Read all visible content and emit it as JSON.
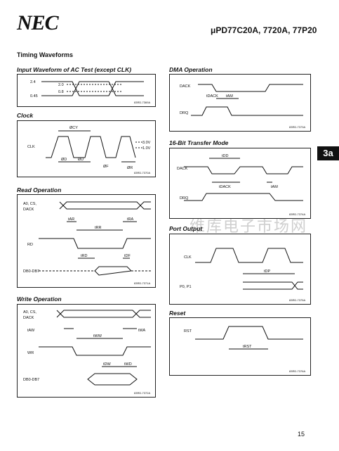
{
  "header": {
    "logo": "NEC",
    "part_numbers": "μPD77C20A, 7720A, 77P20"
  },
  "section_title": "Timing Waveforms",
  "side_tab": "3a",
  "page_number": "15",
  "watermark": "维库电子市场网",
  "panels": {
    "input_waveform": {
      "title": "Input Waveform of AC Test (except CLK)",
      "labels": [
        "2.4",
        "0.45",
        "2.0",
        "0.8"
      ],
      "figure_id": "83RD-7369A"
    },
    "clock": {
      "title": "Clock",
      "labels": [
        "CLK",
        "ØCY",
        "ØD",
        "ØD",
        "ØF",
        "ØR",
        "3.0V",
        "1.0V"
      ],
      "figure_id": "83RD-7370A"
    },
    "read_operation": {
      "title": "Read Operation",
      "labels": [
        "A0, CS,",
        "DACK",
        "tAR",
        "tRA",
        "tRR",
        "RD",
        "tRD",
        "tDF",
        "DB0-DB7"
      ],
      "figure_id": "83RD-7371A"
    },
    "write_operation": {
      "title": "Write Operation",
      "labels": [
        "A0, CS,",
        "DACK",
        "tAW",
        "tWA",
        "tWW",
        "WR",
        "tDW",
        "tWD",
        "DB0-DB7"
      ],
      "figure_id": "83RD-7372A"
    },
    "dma_operation": {
      "title": "DMA Operation",
      "labels": [
        "DACK",
        "tDACK",
        "tAM",
        "DRQ"
      ],
      "figure_id": "83RD-7373A"
    },
    "transfer16": {
      "title": "16-Bit Transfer Mode",
      "labels": [
        "tDD",
        "DACK",
        "tDACK",
        "tAM",
        "DRQ"
      ],
      "figure_id": "83RD-7374A"
    },
    "port_output": {
      "title": "Port Output",
      "labels": [
        "CLK",
        "tDP",
        "P0, P1"
      ],
      "figure_id": "83RD-7375A"
    },
    "reset": {
      "title": "Reset",
      "labels": [
        "RST",
        "tRST"
      ],
      "figure_id": "83RD-7376A"
    }
  }
}
